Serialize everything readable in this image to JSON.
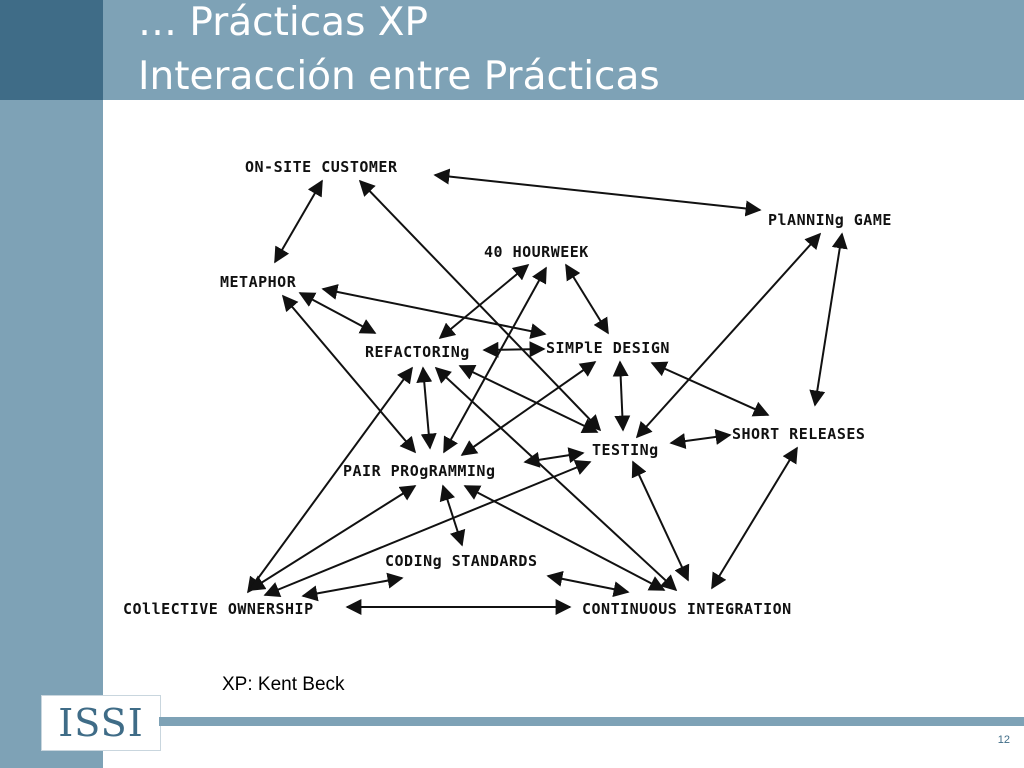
{
  "header": {
    "title_line1": "… Prácticas XP",
    "title_line2": "Interacción entre Prácticas"
  },
  "diagram": {
    "nodes": {
      "on_site_customer": "ON-SITE CUSTOMER",
      "planning_game": "PlANNINg GAME",
      "forty_hour_week": "40 HOURWEEK",
      "metaphor": "METAPHOR",
      "refactoring": "REFACTORINg",
      "simple_design": "SIMPlE DESIGN",
      "testing": "TESTINg",
      "short_releases": "SHORT RELEASES",
      "pair_programming": "PAIR PROgRAMMINg",
      "coding_standards": "CODINg STANDARDS",
      "collective_ownership": "COllECTIVE OWNERSHIP",
      "continuous_integration": "CONTINUOUS INTEGRATION"
    }
  },
  "footer": {
    "credit": "XP: Kent Beck",
    "logo_text": "ISSI",
    "page_number": "12"
  },
  "colors": {
    "header_bg": "#7ea2b6",
    "header_dark": "#3f6c87",
    "ink": "#111111"
  }
}
